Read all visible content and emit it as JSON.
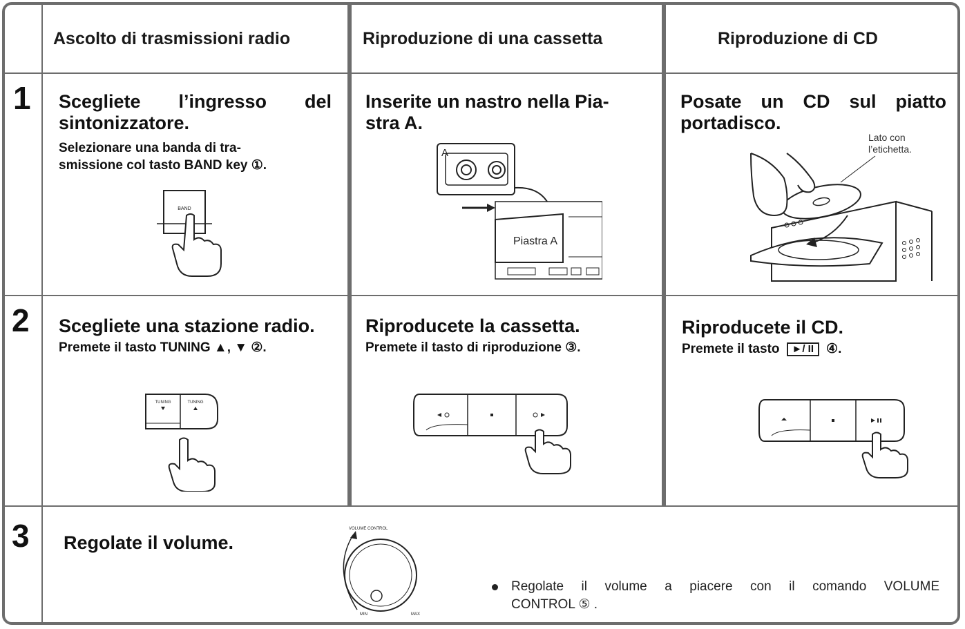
{
  "headers": {
    "radio": "Ascolto di trasmissioni radio",
    "cassette": "Riproduzione di una cassetta",
    "cd": "Riproduzione di CD"
  },
  "rows": {
    "1": {
      "number": "1",
      "radio_title_1": "Scegliete l’ingresso del",
      "radio_title_2": "sintonizzatore.",
      "radio_sub_1": "Selezionare una banda di tra-",
      "radio_sub_2": "smissione col tasto BAND key ①.",
      "band_label": "BAND",
      "cassette_title_1": "Inserite un nastro nella Pia-",
      "cassette_title_2": "stra A.",
      "cassette_letter": "A",
      "deck_label": "Piastra A",
      "cd_title_1": "Posate un CD sul piatto",
      "cd_title_2": "portadisco.",
      "cd_label_1": "Lato con",
      "cd_label_2": "l’etichetta."
    },
    "2": {
      "number": "2",
      "radio_title": "Scegliete una stazione radio.",
      "radio_sub": "Premete il tasto TUNING ▲, ▼ ②.",
      "tuning_label": "TUNING",
      "cassette_title": "Riproducete la cassetta.",
      "cassette_sub": "Premete il tasto di riproduzione ③.",
      "cd_title": "Riproducete il CD.",
      "cd_sub_prefix": "Premete il tasto",
      "cd_sub_key": "►/ II",
      "cd_sub_suffix": "④."
    },
    "3": {
      "number": "3",
      "title": "Regolate il volume.",
      "knob_label": "VOLUME CONTROL",
      "min_label": "MIN",
      "max_label": "MAX",
      "note_1": "Regolate il volume a piacere con il comando VOLUME",
      "note_2": "CONTROL ⑤ ."
    }
  }
}
